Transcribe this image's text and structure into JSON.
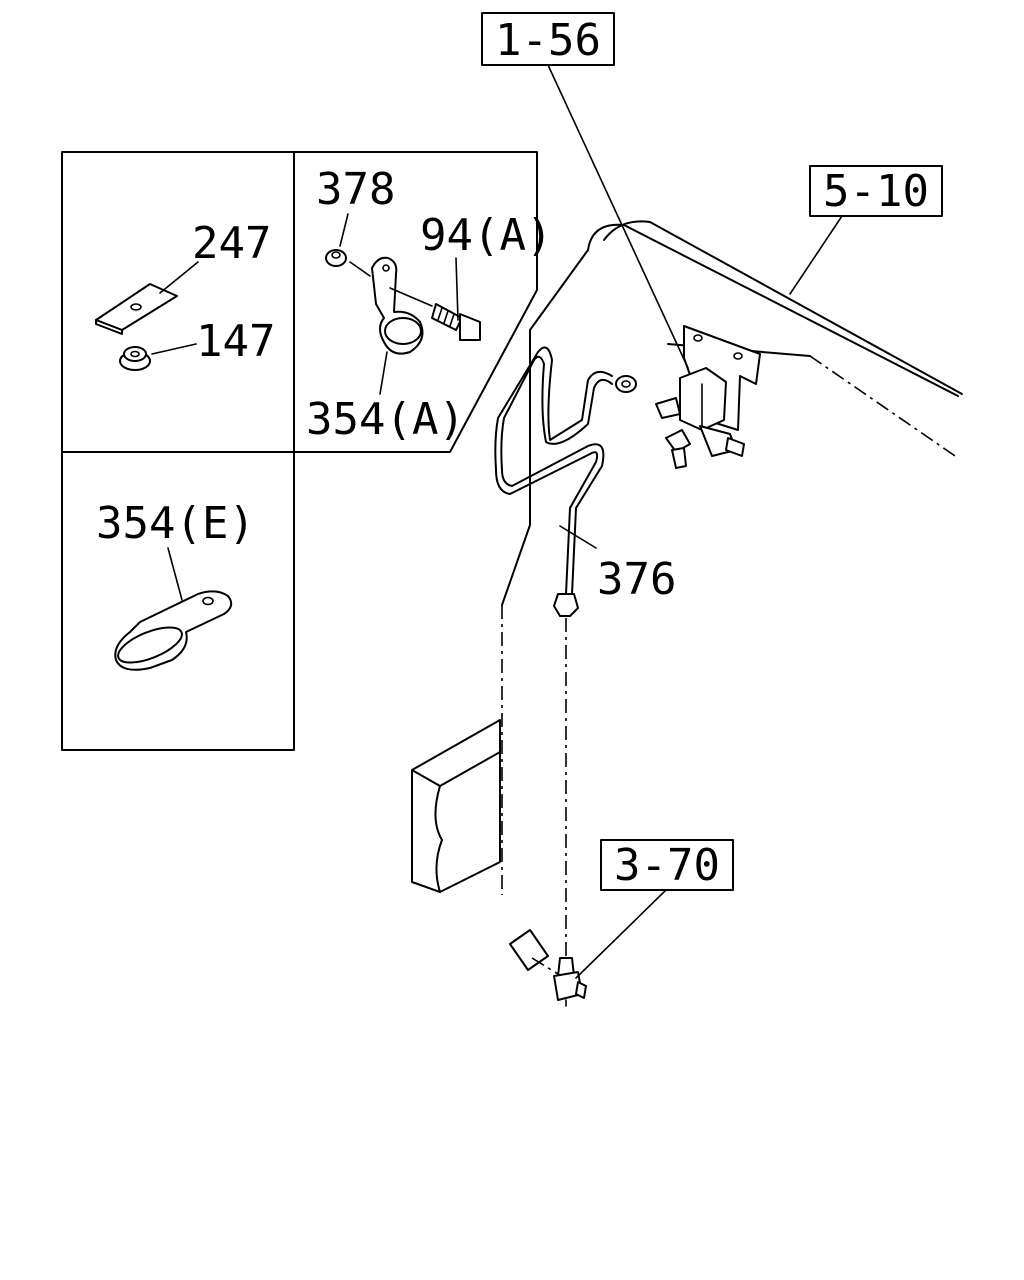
{
  "references": {
    "ref_1_56": "1-56",
    "ref_5_10": "5-10",
    "ref_3_70": "3-70"
  },
  "parts": {
    "p247": "247",
    "p147": "147",
    "p378": "378",
    "p94a": "94(A)",
    "p354a": "354(A)",
    "p354e": "354(E)",
    "p376": "376"
  }
}
